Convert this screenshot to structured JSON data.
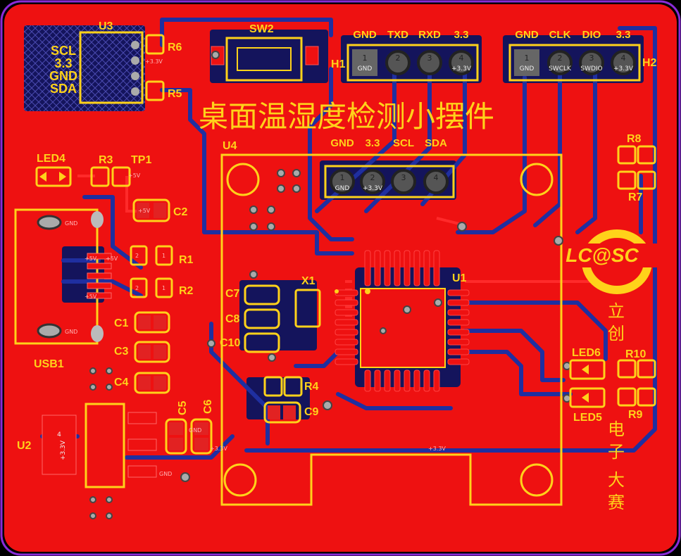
{
  "colors": {
    "board_copper": "#ee1111",
    "board_dark": "#14145c",
    "trace_blue": "#1f2fa0",
    "silkscreen": "#ffd21a",
    "outline": "#8a2bd8",
    "pad": "#e22222"
  },
  "title": "桌面温湿度检测小摆件",
  "brand": {
    "logo": "LC@SC",
    "vertical_top": [
      "立",
      "创"
    ],
    "vertical_bottom": [
      "电",
      "子",
      "大",
      "赛"
    ]
  },
  "designators": {
    "u1": "U1",
    "u2": "U2",
    "u3": "U3",
    "u4": "U4",
    "sw2": "SW2",
    "h1": "H1",
    "h2": "H2",
    "r1": "R1",
    "r2": "R2",
    "r3": "R3",
    "r4": "R4",
    "r5": "R5",
    "r6": "R6",
    "r7": "R7",
    "r8": "R8",
    "r9": "R9",
    "r10": "R10",
    "c1": "C1",
    "c2": "C2",
    "c3": "C3",
    "c4": "C4",
    "c5": "C5",
    "c6": "C6",
    "c7": "C7",
    "c8": "C8",
    "c9": "C9",
    "c10": "C10",
    "led4": "LED4",
    "led5": "LED5",
    "led6": "LED6",
    "tp1": "TP1",
    "x1": "X1",
    "usb1": "USB1"
  },
  "u3_pins": [
    "SCL",
    "3.3",
    "GND",
    "SDA"
  ],
  "h1": {
    "labels": [
      "GND",
      "TXD",
      "RXD",
      "3.3"
    ],
    "pins": [
      "1",
      "2",
      "3",
      "4"
    ],
    "pin_nets": [
      "GND",
      "",
      "",
      "+3.3V"
    ]
  },
  "h2": {
    "labels": [
      "GND",
      "CLK",
      "DIO",
      "3.3"
    ],
    "pins": [
      "1",
      "2",
      "3",
      "4"
    ],
    "pin_nets": [
      "GND",
      "SWCLK",
      "SWDIO",
      "+3.3V"
    ]
  },
  "sensor_header": {
    "labels": [
      "GND",
      "3.3",
      "SCL",
      "SDA"
    ],
    "pins": [
      "1",
      "2",
      "3",
      "4"
    ],
    "pin_nets": [
      "GND",
      "+3.3V",
      "",
      ""
    ]
  },
  "u2_pad": {
    "num": "4",
    "net": "+3.3V"
  },
  "nets": {
    "gnd": "GND",
    "v5": "+5V",
    "v33": "+3.3V",
    "p1": "1",
    "p2": "2"
  }
}
